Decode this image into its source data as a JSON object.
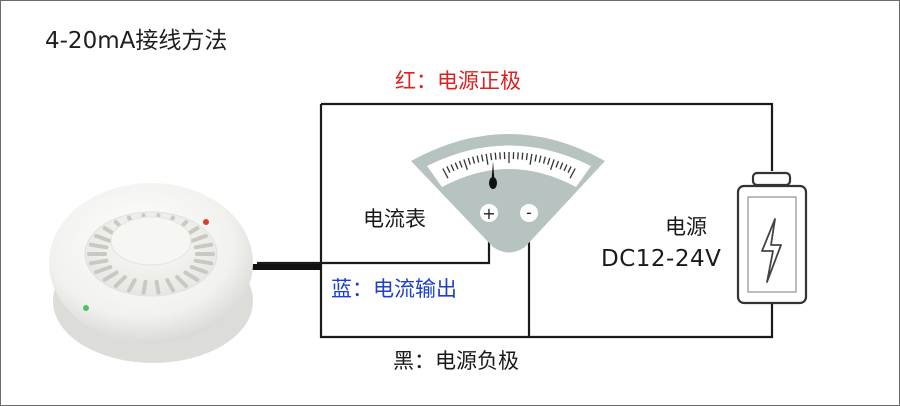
{
  "title": "4-20mA接线方法",
  "wires": {
    "red_label": "红：电源正极",
    "blue_label": "蓝：电流输出",
    "black_label": "黑：电源负极",
    "red_color": "#e02020",
    "blue_color": "#1e3fd0",
    "black_color": "#1a1a1a"
  },
  "meter": {
    "label": "电流表",
    "plus": "+",
    "minus": "-",
    "body_color": "#b7c3c0"
  },
  "supply": {
    "label": "电源",
    "voltage": "DC12-24V",
    "icon": "lightning-bolt-icon"
  },
  "detector": {
    "icon": "smoke-detector-icon"
  }
}
